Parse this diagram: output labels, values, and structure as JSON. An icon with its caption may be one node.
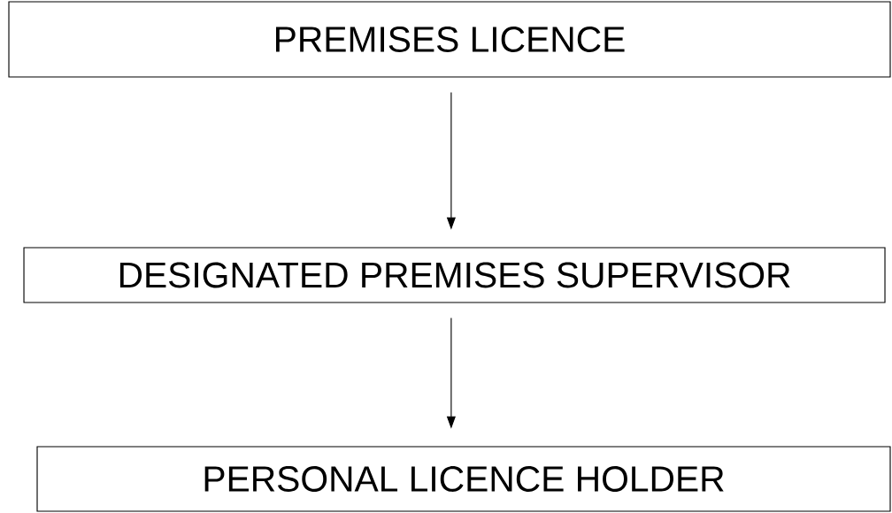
{
  "diagram": {
    "nodes": [
      {
        "text": [
          "PREMISES LICENCE"
        ]
      },
      {
        "text": [
          "DESIGNATED PREMISES SUPERVISOR"
        ]
      },
      {
        "text": [
          "PERSONAL LICENCE HOLDER"
        ]
      }
    ],
    "edges": [
      {
        "from": 0,
        "to": 1,
        "arrow": "to"
      },
      {
        "from": 1,
        "to": 2,
        "arrow": "to"
      }
    ]
  }
}
